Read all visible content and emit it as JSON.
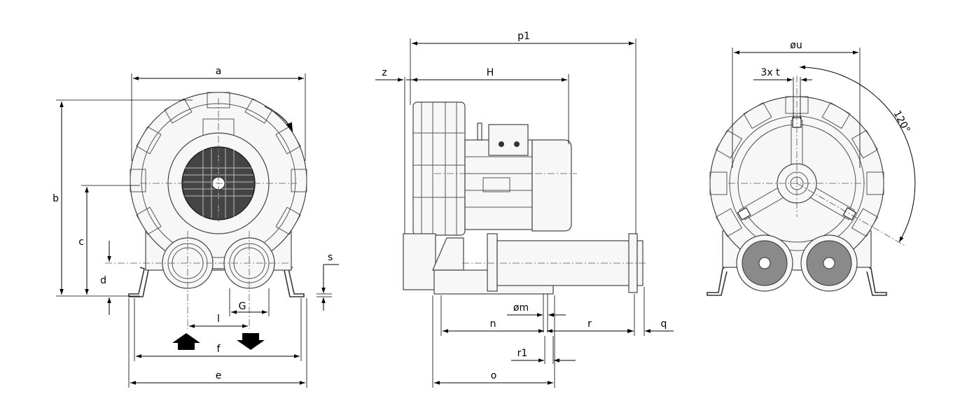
{
  "front_view": {
    "labels": {
      "a": "a",
      "b": "b",
      "c": "c",
      "d": "d",
      "e": "e",
      "f": "f",
      "G": "G",
      "l": "l",
      "s": "s"
    }
  },
  "side_view": {
    "labels": {
      "p1": "p1",
      "z": "z",
      "H": "H",
      "m": "øm",
      "n": "n",
      "r": "r",
      "q": "q",
      "r1": "r1",
      "o": "o"
    }
  },
  "rear_view": {
    "labels": {
      "u": "øu",
      "t": "3x t",
      "angle": "120°"
    }
  }
}
